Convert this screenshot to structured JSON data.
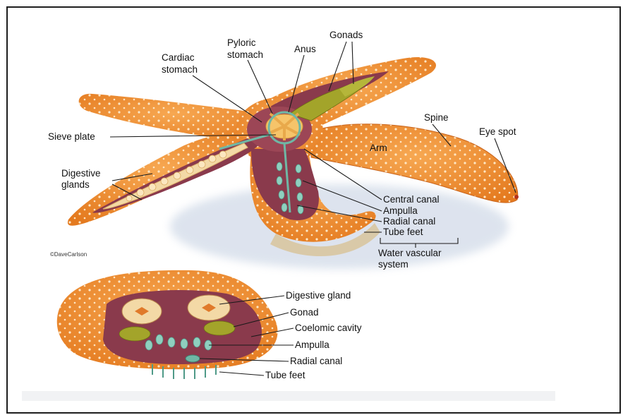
{
  "credit": "©DaveCarlson",
  "labels": {
    "cardiac_stomach": [
      "Cardiac",
      "stomach"
    ],
    "pyloric_stomach": [
      "Pyloric",
      "stomach"
    ],
    "anus": "Anus",
    "gonads": "Gonads",
    "spine": "Spine",
    "eye_spot": "Eye spot",
    "arm": "Arm",
    "sieve_plate": "Sieve plate",
    "digestive_glands": [
      "Digestive",
      "glands"
    ],
    "central_canal": "Central canal",
    "ampulla": "Ampulla",
    "radial_canal": "Radial canal",
    "tube_feet": "Tube feet",
    "water_vascular_system": [
      "Water vascular",
      "system"
    ]
  },
  "cross_section_labels": {
    "digestive_gland": "Digestive gland",
    "gonad": "Gonad",
    "coelomic_cavity": "Coelomic cavity",
    "ampulla": "Ampulla",
    "radial_canal": "Radial canal",
    "tube_feet": "Tube feet"
  },
  "colors": {
    "body_orange": "#f08a2c",
    "cavity_maroon": "#8a3a4c",
    "gonad_olive": "#a3a42a",
    "canal_teal": "#6fb7a5",
    "gland_cream": "#f3d9a6"
  }
}
